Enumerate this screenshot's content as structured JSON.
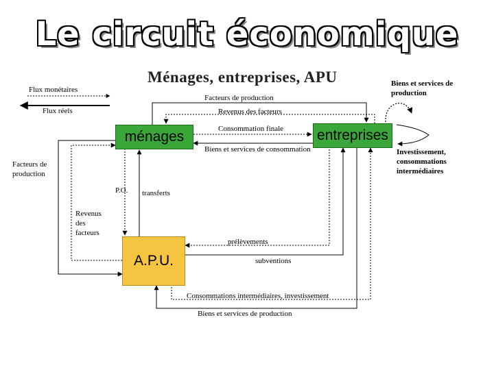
{
  "title": "Le circuit économique",
  "subtitle": "Ménages, entreprises, APU",
  "legend": {
    "monetary": "Flux monétaires",
    "real": "Flux réels"
  },
  "nodes": {
    "menages": "ménages",
    "entreprises": "entreprises",
    "apu": "A.P.U."
  },
  "labels": {
    "facteurs_production_top": "Facteurs de production",
    "revenus_facteurs_top": "Revenus des facteurs",
    "consommation_finale": "Consommation finale",
    "biens_services_consommation": "Biens et services de consommation",
    "facteurs_production_left_1": "Facteurs de",
    "facteurs_production_left_2": "production",
    "po": "P.O.",
    "transferts": "transferts",
    "revenus_left_1": "Revenus",
    "revenus_left_2": "des",
    "revenus_left_3": "facteurs",
    "prelevements": "prélèvements",
    "subventions": "subventions",
    "consommations_intermediaires": "Consommations intermédiaires, investissement",
    "biens_services_production_bottom": "Biens et services de production",
    "biens_services_production_right_1": "Biens et services de",
    "biens_services_production_right_2": "production",
    "investissement_1": "Investissement,",
    "investissement_2": "consommations",
    "investissement_3": "intermédiaires"
  },
  "colors": {
    "menages_box": "#3ba73b",
    "entreprises_box": "#3ba73b",
    "apu_box": "#f5c542"
  }
}
